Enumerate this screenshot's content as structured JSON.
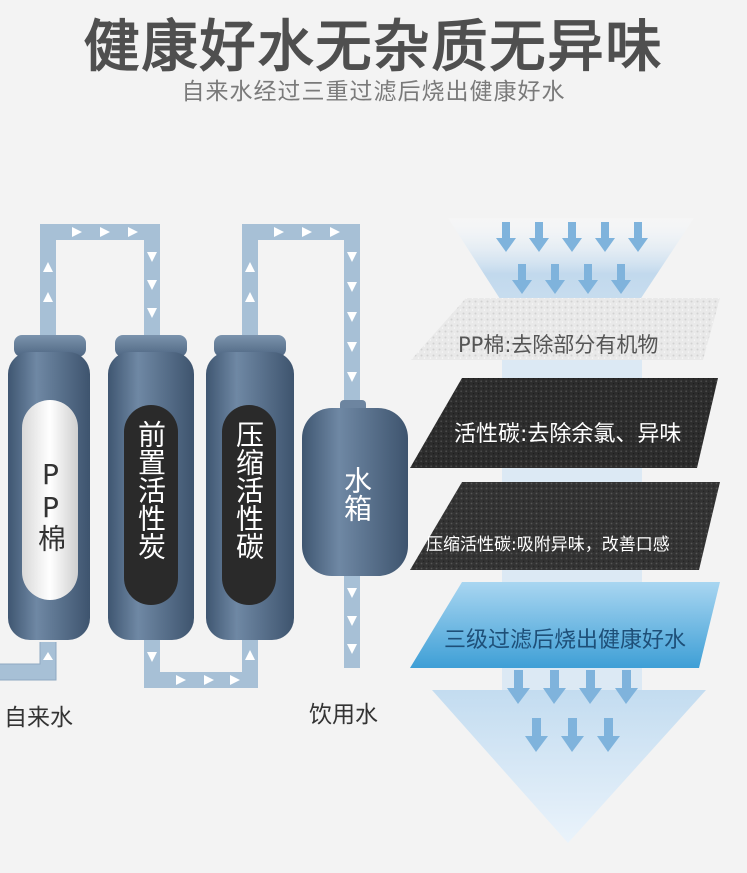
{
  "header": {
    "title": "健康好水无杂质无异味",
    "subtitle": "自来水经过三重过滤后烧出健康好水"
  },
  "filters": [
    {
      "label": "PP棉"
    },
    {
      "label": "前置活性炭"
    },
    {
      "label": "压缩活性碳"
    }
  ],
  "tank": {
    "label": "水箱"
  },
  "flow": {
    "inlet_label": "自来水",
    "outlet_label": "饮用水"
  },
  "layers": [
    {
      "label": "PP棉:去除部分有机物"
    },
    {
      "label": "活性碳:去除余氯、异味"
    },
    {
      "label": "压缩活性碳:吸附异味，改善口感"
    },
    {
      "label": "三级过滤后烧出健康好水"
    }
  ],
  "colors": {
    "pipe": "#a9c2d8",
    "arrow": "#ffffff",
    "cartridge": "#5b738f",
    "funnel": "#d5e6f4",
    "flow_arrow": "#8ab8de"
  }
}
